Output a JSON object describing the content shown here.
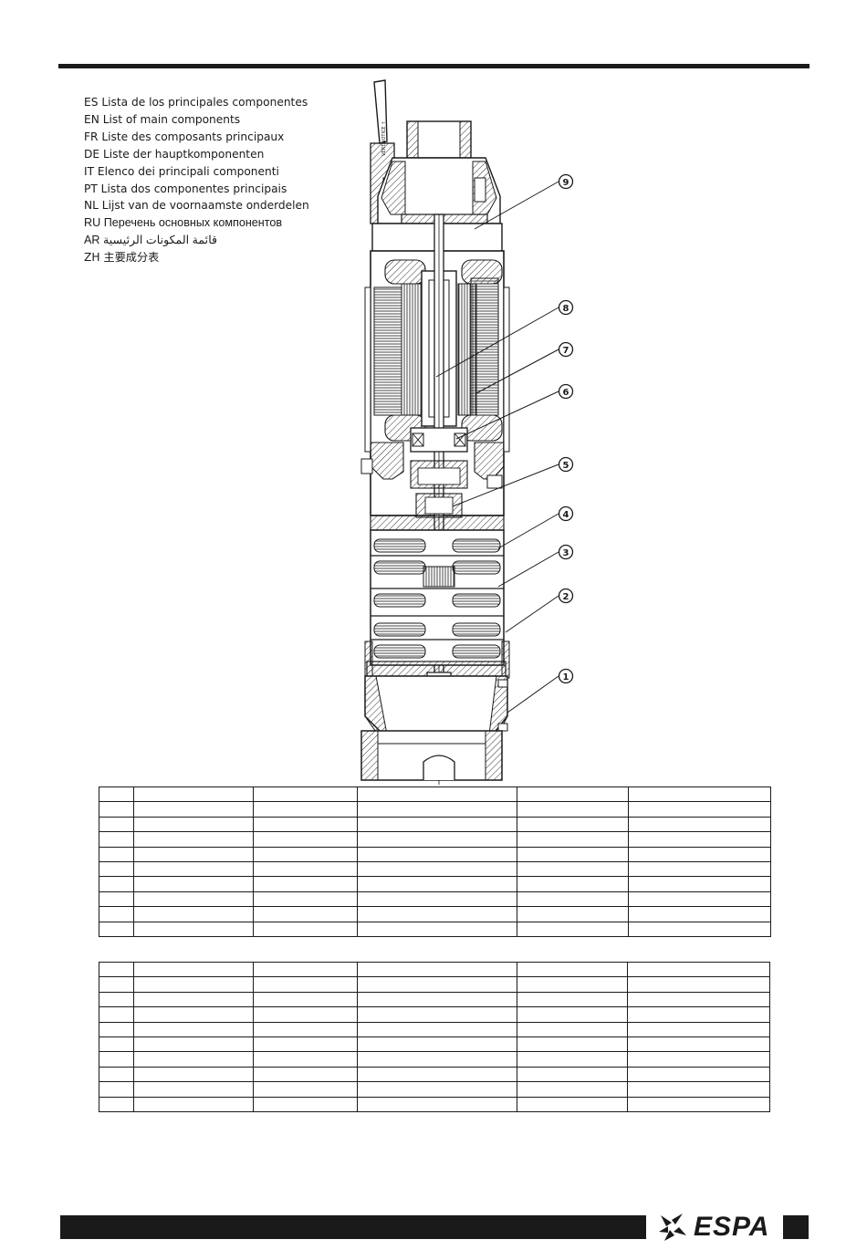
{
  "languages": [
    {
      "code": "ES",
      "text": "Lista de los principales componentes"
    },
    {
      "code": "EN",
      "text": "List of main components"
    },
    {
      "code": "FR",
      "text": "Liste des composants principaux"
    },
    {
      "code": "DE",
      "text": "Liste der hauptkomponenten"
    },
    {
      "code": "IT",
      "text": "Elenco dei principali componenti"
    },
    {
      "code": "PT",
      "text": "Lista dos componentes principais"
    },
    {
      "code": "NL",
      "text": "Lijst van de voornaamste onderdelen"
    },
    {
      "code": "RU",
      "text": "Перечень основных компонентов"
    },
    {
      "code": "AR",
      "text": "قائمة المكونات الرئيسية"
    },
    {
      "code": "ZH",
      "text": "主要成分表"
    }
  ],
  "diagram": {
    "shaft_marking": "VERT.NOTICE ↑",
    "callouts": [
      "9",
      "8",
      "7",
      "6",
      "5",
      "4",
      "3",
      "2",
      "1"
    ]
  },
  "brand": {
    "name": "ESPA"
  },
  "tables": {
    "rows": 10,
    "cols": 7
  }
}
